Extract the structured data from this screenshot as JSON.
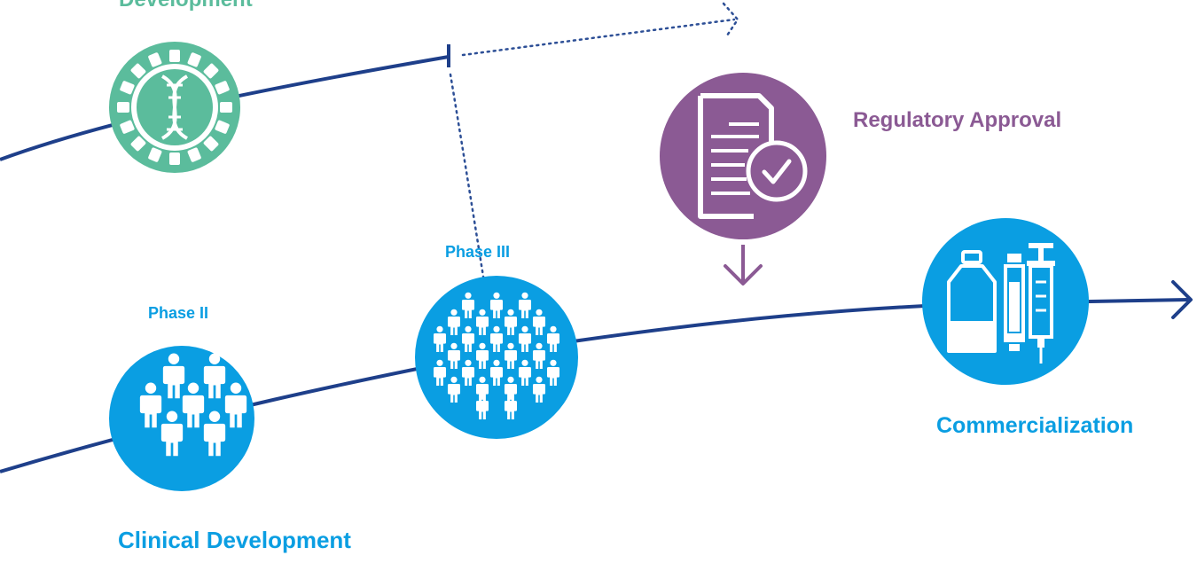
{
  "colors": {
    "line": "#1e3f8a",
    "green": "#5bbc9c",
    "purple": "#8b5a94",
    "blue": "#0a9ee2",
    "dotted": "#2d4f96",
    "icon_fg": "#ffffff"
  },
  "labels": {
    "development": "Development",
    "regulatory_approval": "Regulatory Approval",
    "phase_iii": "Phase III",
    "phase_ii": "Phase II",
    "commercialization": "Commercialization",
    "clinical_development": "Clinical Development"
  },
  "icons": {
    "development": "dna-gear-icon",
    "regulatory": "document-check-icon",
    "regulatory_arrow": "arrow-down-icon",
    "phase_ii": "people-group-icon",
    "phase_iii": "crowd-icon",
    "commercialization": "vial-syringe-icon",
    "end_arrow": "arrow-right-icon"
  }
}
